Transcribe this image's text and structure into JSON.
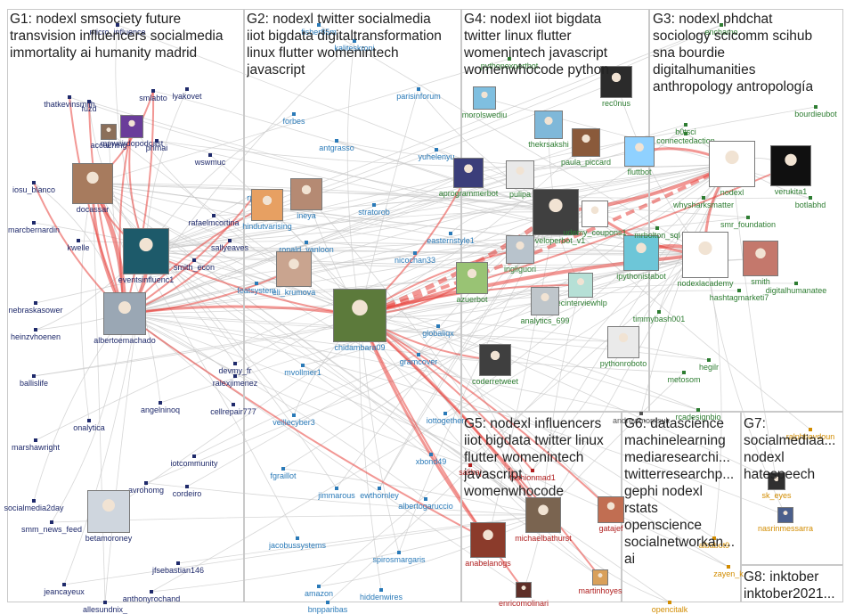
{
  "colors": {
    "g1": "#1f2a6b",
    "g2": "#2a7ab8",
    "g3": "#2e7d32",
    "g4": "#2e7d32",
    "g5": "#b02020",
    "g6": "#555555",
    "g7": "#1f2a6b",
    "g8": "#d28c00",
    "edge_strong": "#e8413c",
    "edge_light": "#c9c9c9"
  },
  "groups": [
    {
      "id": "G1",
      "title": "G1: nodexl smsociety future\ntransvision influencers socialmedia\nimmortality ai humanity madrid"
    },
    {
      "id": "G2",
      "title": "G2: nodexl twitter socialmedia\niiot bigdata digitaltransformation\nlinux flutter womenintech\njavascript"
    },
    {
      "id": "G4",
      "title": "G4: nodexl iiot bigdata\ntwitter linux flutter\nwomenintech javascript\nwomenwhocode python"
    },
    {
      "id": "G3",
      "title": "G3: nodexl phdchat\nsociology scicomm scihub\nsna bourdie\ndigitalhumanities\nanthropology antropología"
    },
    {
      "id": "G5",
      "title": "G5: nodexl influencers\niiot bigdata twitter linux\nflutter womenintech\njavascript\nwomenwhocode"
    },
    {
      "id": "G6",
      "title": "G6: datascience\nmachinelearning\nmediaresearchi...\ntwitterresearchp...\ngephi nodexl\nrstats\nopenscience\nsocialnetworkan...\nai"
    },
    {
      "id": "G7",
      "title": "G7:\nsocialmediaa...\nnodexl\nhatespeech"
    },
    {
      "id": "G8",
      "title": "G8: inktober\ninktober2021..."
    }
  ],
  "nodes": [
    {
      "id": "smlabto",
      "label": "smlabto",
      "group": "g1"
    },
    {
      "id": "thatkevinsmith",
      "label": "thatkevinsmith",
      "group": "g1"
    },
    {
      "id": "fuzd",
      "label": "fuzd",
      "group": "g1"
    },
    {
      "id": "lyakovet",
      "label": "lyakovet",
      "group": "g1"
    },
    {
      "id": "mpweirdopodcast",
      "label": "mpweirdopodcast",
      "group": "g1"
    },
    {
      "id": "acoaching",
      "label": "acoaching",
      "group": "g1"
    },
    {
      "id": "phmai",
      "label": "phmai",
      "group": "g1"
    },
    {
      "id": "wswmuc",
      "label": "wswmuc",
      "group": "g1"
    },
    {
      "id": "iosu_blanco",
      "label": "iosu_blanco",
      "group": "g1"
    },
    {
      "id": "docassar",
      "label": "docassar",
      "group": "g1"
    },
    {
      "id": "marcbernardin",
      "label": "marcbernardin",
      "group": "g1"
    },
    {
      "id": "kwelle",
      "label": "kwelle",
      "group": "g1"
    },
    {
      "id": "eventsinfluenc1",
      "label": "eventsinfluenc1",
      "group": "g1"
    },
    {
      "id": "rafaelmcortina",
      "label": "rafaelmcortina",
      "group": "g1"
    },
    {
      "id": "sallyeaves",
      "label": "sallyeaves",
      "group": "g1"
    },
    {
      "id": "smith_econ",
      "label": "smith_econ",
      "group": "g1"
    },
    {
      "id": "nebraskasower",
      "label": "nebraskasower",
      "group": "g1"
    },
    {
      "id": "heinzvhoenen",
      "label": "heinzvhoenen",
      "group": "g1"
    },
    {
      "id": "albertoemachado",
      "label": "albertoemachado",
      "group": "g1"
    },
    {
      "id": "ballislife",
      "label": "ballislife",
      "group": "g1"
    },
    {
      "id": "devmy_fr",
      "label": "devmy_fr",
      "group": "g1"
    },
    {
      "id": "ralexjimenez",
      "label": "ralexjimenez",
      "group": "g1"
    },
    {
      "id": "angelninoq",
      "label": "angelninoq",
      "group": "g1"
    },
    {
      "id": "cellrepair777",
      "label": "cellrepair777",
      "group": "g1"
    },
    {
      "id": "onalytica",
      "label": "onalytica",
      "group": "g1"
    },
    {
      "id": "marshawright",
      "label": "marshawright",
      "group": "g1"
    },
    {
      "id": "iotcommunity",
      "label": "iotcommunity",
      "group": "g1"
    },
    {
      "id": "avrohomg",
      "label": "avrohomg",
      "group": "g1"
    },
    {
      "id": "cordeiro",
      "label": "cordeiro",
      "group": "g1"
    },
    {
      "id": "socialmedia2day",
      "label": "socialmedia2day",
      "group": "g1"
    },
    {
      "id": "betamoroney",
      "label": "betamoroney",
      "group": "g1"
    },
    {
      "id": "smm_news_feed",
      "label": "smm_news_feed",
      "group": "g1"
    },
    {
      "id": "jfsebastian146",
      "label": "jfsebastian146",
      "group": "g1"
    },
    {
      "id": "jeancayeux",
      "label": "jeancayeux",
      "group": "g1"
    },
    {
      "id": "anthonyrochand",
      "label": "anthonyrochand",
      "group": "g1"
    },
    {
      "id": "allesundnix_",
      "label": "allesundnix_",
      "group": "g1"
    },
    {
      "id": "micro_influence",
      "label": "micro_influence",
      "group": "g1"
    },
    {
      "id": "forbes",
      "label": "forbes",
      "group": "g2"
    },
    {
      "id": "antgrasso",
      "label": "antgrasso",
      "group": "g2"
    },
    {
      "id": "rpatoo",
      "label": "rpatoo",
      "group": "g2"
    },
    {
      "id": "hindutvarising",
      "label": "hindutvarising",
      "group": "g2"
    },
    {
      "id": "ineya",
      "label": "ineya",
      "group": "g2"
    },
    {
      "id": "ronald_vanloon",
      "label": "ronald_vanloon",
      "group": "g2"
    },
    {
      "id": "featsystem",
      "label": "featsystem",
      "group": "g2"
    },
    {
      "id": "eli_krumova",
      "label": "eli_krumova",
      "group": "g2"
    },
    {
      "id": "chidambara09",
      "label": "chidambara09",
      "group": "g2"
    },
    {
      "id": "mvollmer1",
      "label": "mvollmer1",
      "group": "g2"
    },
    {
      "id": "veillecyber3",
      "label": "veillecyber3",
      "group": "g2"
    },
    {
      "id": "fgraillot",
      "label": "fgraillot",
      "group": "g2"
    },
    {
      "id": "jimmarous",
      "label": "jimmarous",
      "group": "g2"
    },
    {
      "id": "ewthornley",
      "label": "ewthornley",
      "group": "g2"
    },
    {
      "id": "jacobussystems",
      "label": "jacobussystems",
      "group": "g2"
    },
    {
      "id": "spirosmargaris",
      "label": "spirosmargaris",
      "group": "g2"
    },
    {
      "id": "amazon",
      "label": "amazon",
      "group": "g2"
    },
    {
      "id": "hiddenwires",
      "label": "hiddenwires",
      "group": "g2"
    },
    {
      "id": "bnpparibas",
      "label": "bnpparibas",
      "group": "g2"
    },
    {
      "id": "parisinforum",
      "label": "parisinforum",
      "group": "g2"
    },
    {
      "id": "stratorob",
      "label": "stratorob",
      "group": "g2"
    },
    {
      "id": "nicochan33",
      "label": "nicochan33",
      "group": "g2"
    },
    {
      "id": "easternstyle1",
      "label": "easternstyle1",
      "group": "g2"
    },
    {
      "id": "yuhelenyu",
      "label": "yuhelenyu",
      "group": "g2"
    },
    {
      "id": "globaliqx",
      "label": "globaliqx",
      "group": "g2"
    },
    {
      "id": "gramcover",
      "label": "gramcover",
      "group": "g2"
    },
    {
      "id": "iottogether",
      "label": "iottogether",
      "group": "g2"
    },
    {
      "id": "xbond49",
      "label": "xbond49",
      "group": "g2"
    },
    {
      "id": "albertogaruccio",
      "label": "albertogaruccio",
      "group": "g2"
    },
    {
      "id": "fisher85m",
      "label": "fisher85m",
      "group": "g2"
    },
    {
      "id": "kaliteskroni",
      "label": "kaliteskroni",
      "group": "g2"
    },
    {
      "id": "morolswediu",
      "label": "morolswediu",
      "group": "g3"
    },
    {
      "id": "pythonexpertbot",
      "label": "pythonexpertbot",
      "group": "g3"
    },
    {
      "id": "rec0nus",
      "label": "rec0nus",
      "group": "g3"
    },
    {
      "id": "thekrsakshi",
      "label": "thekrsakshi",
      "group": "g3"
    },
    {
      "id": "paula_piccard",
      "label": "paula_piccard",
      "group": "g3"
    },
    {
      "id": "fluttbot",
      "label": "fluttbot",
      "group": "g3"
    },
    {
      "id": "aprogrammerbot",
      "label": "aprogrammerbot",
      "group": "g3"
    },
    {
      "id": "pulipa",
      "label": "pulipa",
      "group": "g3"
    },
    {
      "id": "developerbot_v1",
      "label": "developerbot_v1",
      "group": "g3"
    },
    {
      "id": "udemy_coupons1",
      "label": "udemy_coupons1",
      "group": "g3"
    },
    {
      "id": "ingliguori",
      "label": "ingliguori",
      "group": "g3"
    },
    {
      "id": "azuerbot",
      "label": "azuerbot",
      "group": "g3"
    },
    {
      "id": "ipythonistabot",
      "label": "ipythonistabot",
      "group": "g3"
    },
    {
      "id": "tecinterviewhlp",
      "label": "tecinterviewhlp",
      "group": "g3"
    },
    {
      "id": "analytics_699",
      "label": "analytics_699",
      "group": "g3"
    },
    {
      "id": "coderretweet",
      "label": "coderretweet",
      "group": "g3"
    },
    {
      "id": "pythonroboto",
      "label": "pythonroboto",
      "group": "g3"
    },
    {
      "id": "mrbolton_sql",
      "label": "mrbolton_sql",
      "group": "g3"
    },
    {
      "id": "connectedaction",
      "label": "connectedaction",
      "group": "g3"
    },
    {
      "id": "b0tsci",
      "label": "b0tsci",
      "group": "g3"
    },
    {
      "id": "nodexl",
      "label": "nodexl",
      "group": "g3"
    },
    {
      "id": "verukita1",
      "label": "verukita1",
      "group": "g3"
    },
    {
      "id": "whysharksmatter",
      "label": "whysharksmatter",
      "group": "g3"
    },
    {
      "id": "smr_foundation",
      "label": "smr_foundation",
      "group": "g3"
    },
    {
      "id": "botlabhd",
      "label": "botlabhd",
      "group": "g3"
    },
    {
      "id": "nodexlacademy",
      "label": "nodexlacademy",
      "group": "g3"
    },
    {
      "id": "hashtagmarketi7",
      "label": "hashtagmarketi7",
      "group": "g3"
    },
    {
      "id": "digitalhumanatee",
      "label": "digitalhumanatee",
      "group": "g3"
    },
    {
      "id": "timmybash001",
      "label": "timmybash001",
      "group": "g3"
    },
    {
      "id": "hegilr",
      "label": "hegilr",
      "group": "g3"
    },
    {
      "id": "metosom",
      "label": "metosom",
      "group": "g3"
    },
    {
      "id": "rcadesignbio",
      "label": "rcadesignbio",
      "group": "g3"
    },
    {
      "id": "bourdieubot",
      "label": "bourdieubot",
      "group": "g3"
    },
    {
      "id": "enchamo",
      "label": "enchamo",
      "group": "g3"
    },
    {
      "id": "smith",
      "label": "smith",
      "group": "g3"
    },
    {
      "id": "salihaj",
      "label": "salihaj",
      "group": "g5"
    },
    {
      "id": "fashionmad1",
      "label": "fashionmad1",
      "group": "g5"
    },
    {
      "id": "gatajef",
      "label": "gatajef",
      "group": "g5"
    },
    {
      "id": "michaelbathurst",
      "label": "michaelbathurst",
      "group": "g5"
    },
    {
      "id": "anabelanogs",
      "label": "anabelanogs",
      "group": "g5"
    },
    {
      "id": "martinhoyes",
      "label": "martinhoyes",
      "group": "g5"
    },
    {
      "id": "enricomolinari",
      "label": "enricomolinari",
      "group": "g5"
    },
    {
      "id": "andrewmorrisuk",
      "label": "andrewmorrisuk",
      "group": "g6"
    },
    {
      "id": "ralphbaydoun",
      "label": "ralphbaydoun",
      "group": "g8"
    },
    {
      "id": "sk_eyes",
      "label": "sk_eyes",
      "group": "g8"
    },
    {
      "id": "nasrinmessarra",
      "label": "nasrinmessarra",
      "group": "g8"
    },
    {
      "id": "albabot9",
      "label": "albabot9",
      "group": "g8"
    },
    {
      "id": "zayen_k",
      "label": "zayen_k",
      "group": "g8"
    },
    {
      "id": "opencitalk",
      "label": "opencitalk",
      "group": "g8"
    }
  ]
}
